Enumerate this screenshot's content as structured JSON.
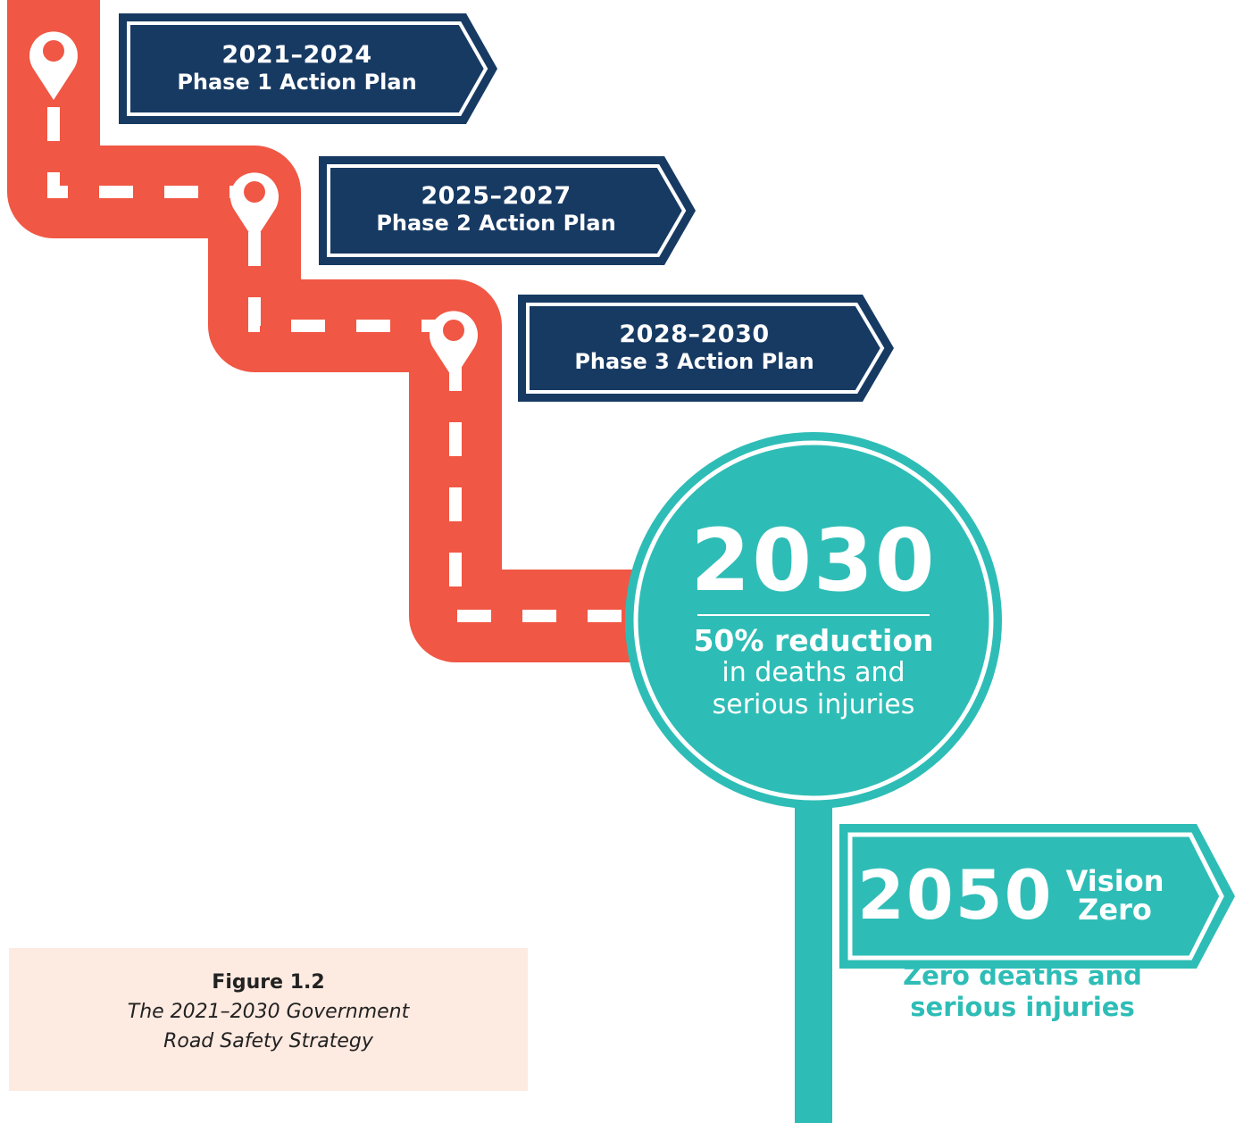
{
  "colors": {
    "road": "#f05744",
    "navy": "#173a63",
    "teal": "#2ebdb6",
    "caption_bg": "#fdeae1",
    "white": "#ffffff"
  },
  "icons": [
    "location-pin-icon"
  ],
  "phases": [
    {
      "years": "2021–2024",
      "label": "Phase 1 Action Plan"
    },
    {
      "years": "2025–2027",
      "label": "Phase 2 Action Plan"
    },
    {
      "years": "2028–2030",
      "label": "Phase 3 Action Plan"
    }
  ],
  "milestone": {
    "year": "2030",
    "headline": "50% reduction",
    "line1": "in deaths and",
    "line2": "serious injuries"
  },
  "vision": {
    "year": "2050",
    "name_line1": "Vision",
    "name_line2": "Zero",
    "caption_line1": "Zero deaths and",
    "caption_line2": "serious injuries"
  },
  "figure": {
    "number": "Figure 1.2",
    "caption_line1": "The 2021–2030 Government",
    "caption_line2": "Road Safety Strategy"
  }
}
